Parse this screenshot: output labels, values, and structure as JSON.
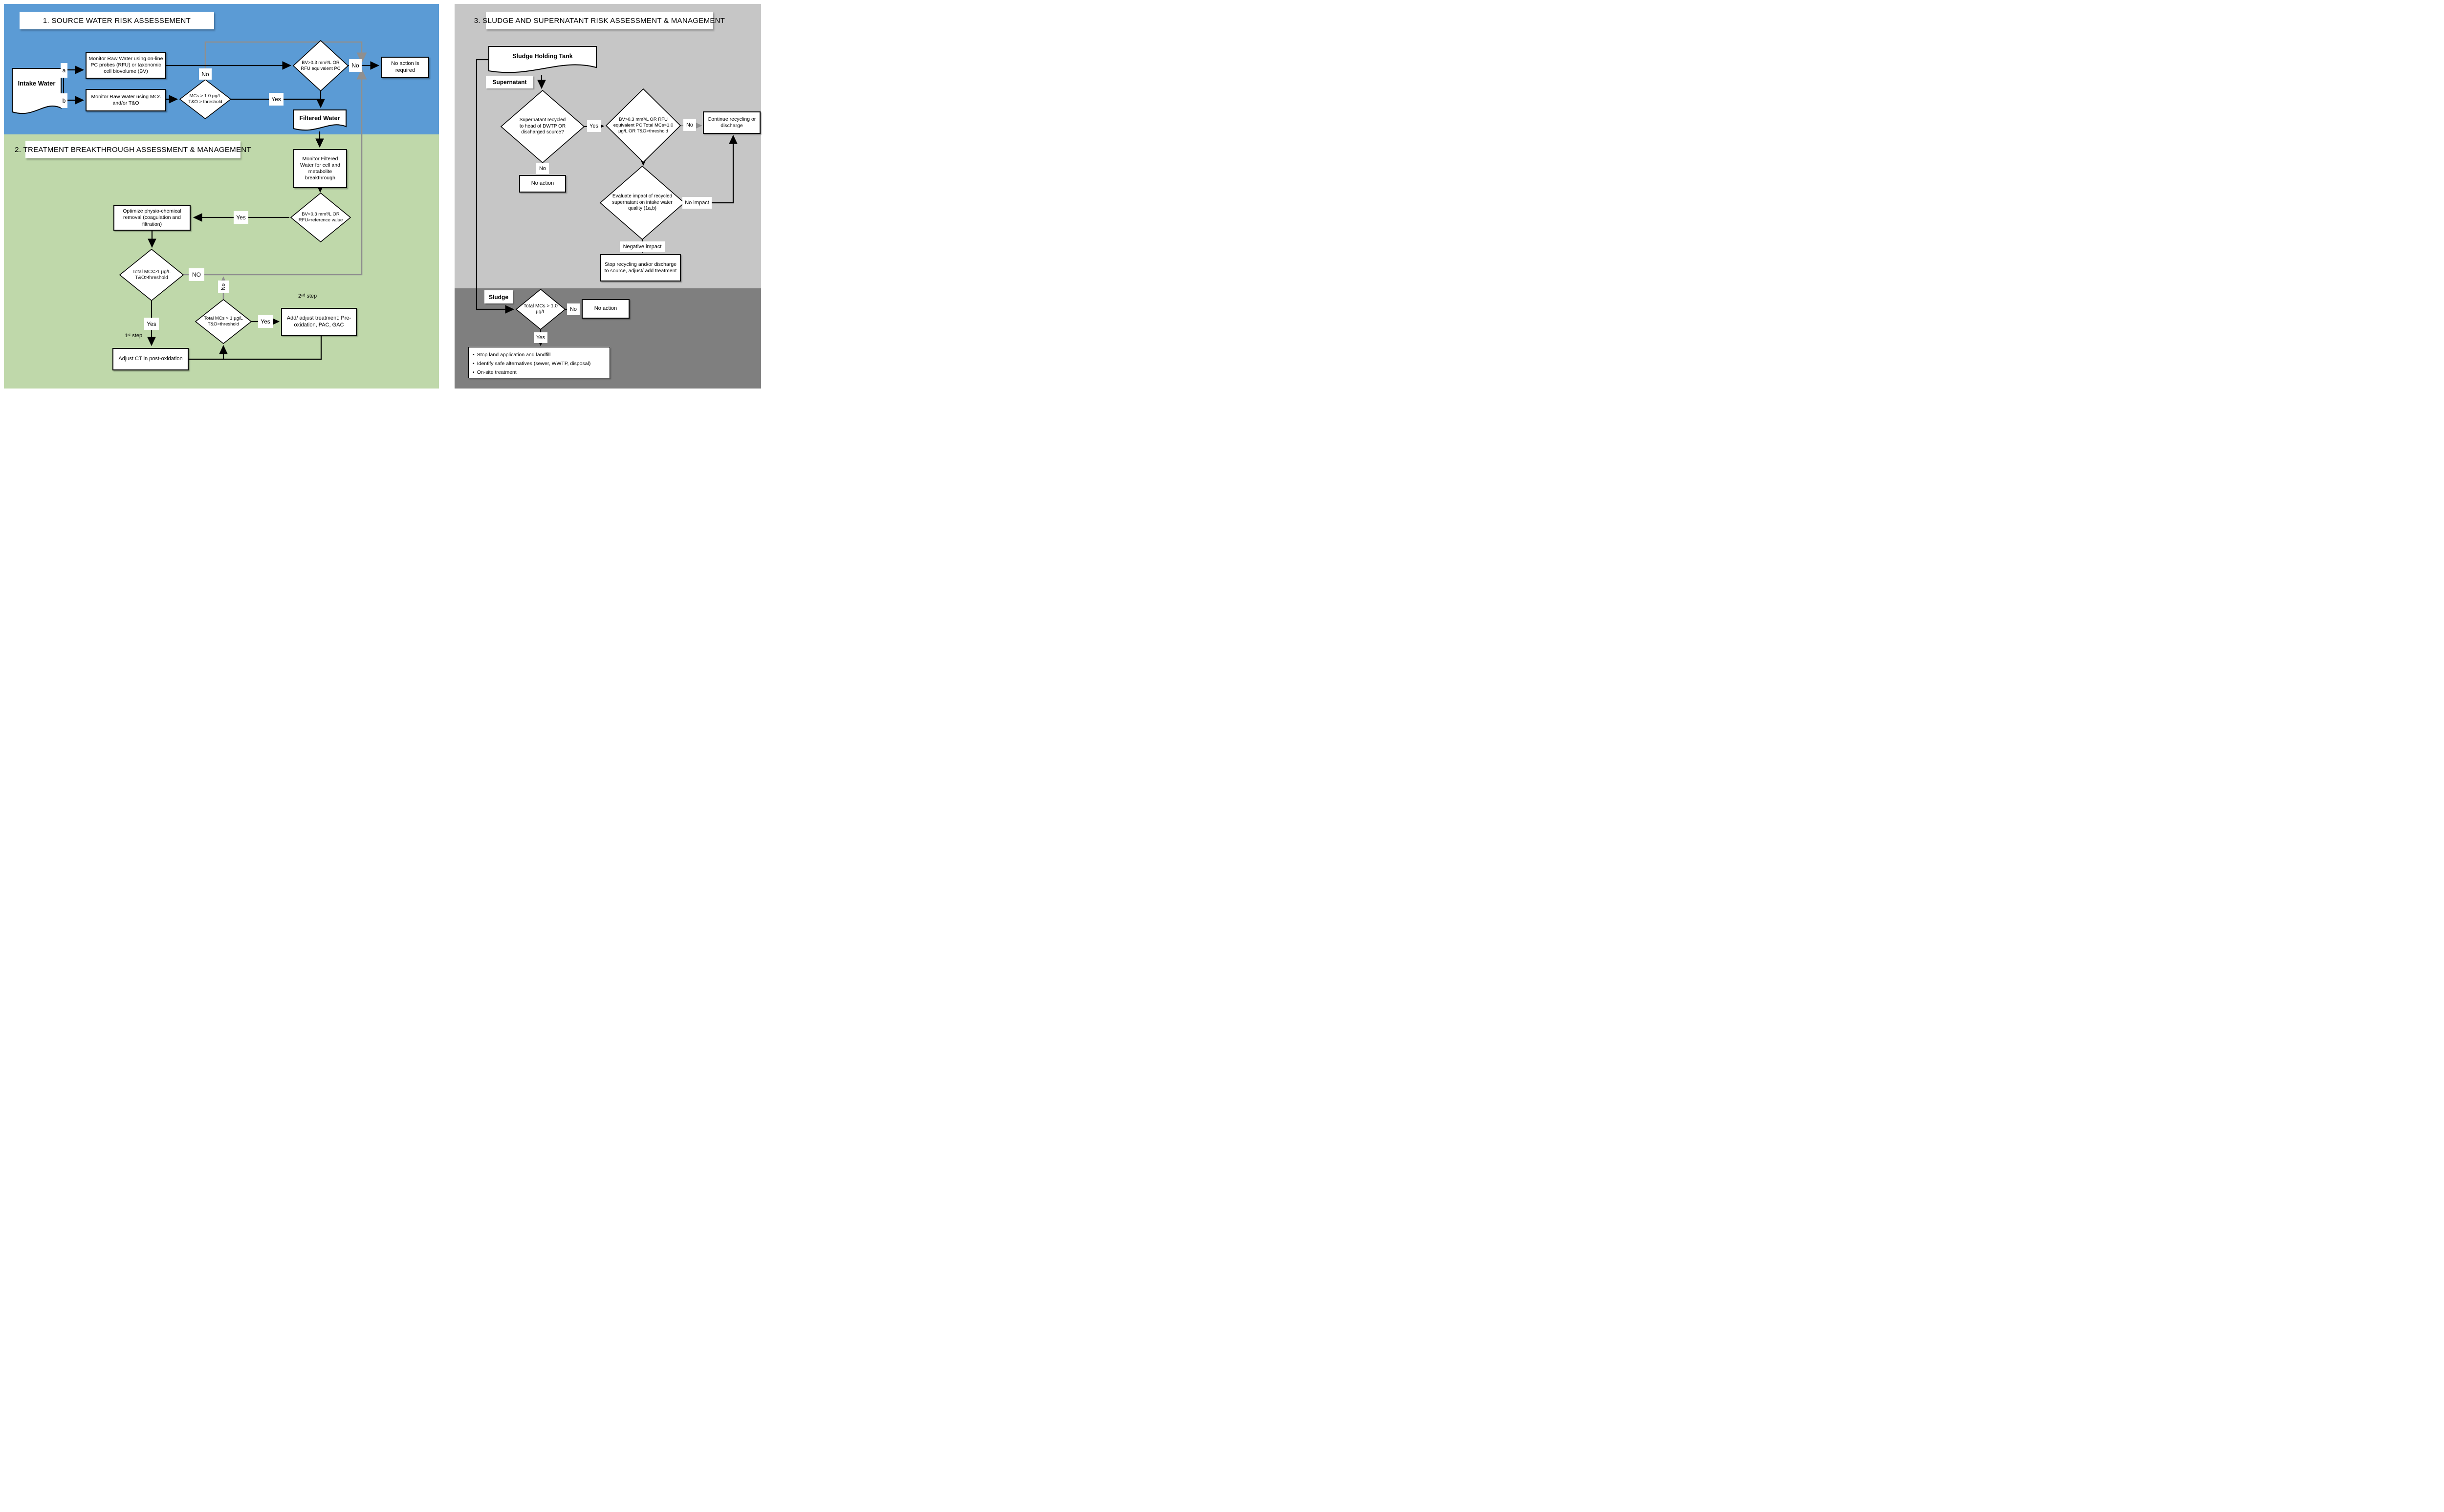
{
  "sections": {
    "source": {
      "title": "1. SOURCE WATER RISK ASSESSEMENT",
      "bg": "#5B9BD5"
    },
    "treatment": {
      "title": "2. TREATMENT BREAKTHROUGH ASSESSMENT & MANAGEMENT",
      "bg": "#BFD8AA"
    },
    "sludge": {
      "title": "3. SLUDGE AND SUPERNATANT RISK ASSESSMENT & MANAGEMENT",
      "bg_top": "#C6C6C6",
      "bg_bottom": "#7F7F7F"
    }
  },
  "colors": {
    "line_black": "#000000",
    "line_gray": "#8f8f8f",
    "shape_fill": "#ffffff"
  },
  "nodes": {
    "intake_water": "Intake Water",
    "monitor_rfu": "Monitor Raw Water using on-line PC probes (RFU) or taxonomic cell biovolume (BV)",
    "monitor_mcs": "Monitor Raw Water using MCs and/or T&O",
    "bv_rfu_pc": "BV>0.3 mm³/L OR RFU equivalent PC",
    "mcs_to": "MCs > 1.0 µg/L T&O > threshold",
    "no_action_required": "No action is required",
    "filtered_water": "Filtered Water",
    "monitor_filtered": "Monitor Filtered Water for cell and metabolite breakthrough",
    "bv_rfu_ref": "BV>0.3 mm³/L OR RFU>reference value",
    "optimize": "Optimize physio-chemical removal (coagulation and filtration)",
    "total_mcs_1": "Total MCs>1 µg/L T&O>threshold",
    "total_mcs_2": "Total MCs > 1 µg/L T&O>threshold",
    "adjust_ct": "Adjust CT in post-oxidation",
    "add_adjust": "Add/ adjust treatment: Pre-oxidation, PAC, GAC",
    "sludge_tank": "Sludge Holding Tank",
    "supernatant": "Supernatant",
    "sup_recycled": "Supernatant recycled to head of DWTP OR discharged source?",
    "bv_rfu_mcs_to": "BV>0.3 mm³/L OR RFU equivalent PC Total MCs>1.0 µg/L OR T&O>threshold",
    "continue_recycling": "Continue recycling or discharge",
    "no_action_sup": "No action",
    "evaluate": "Evaluate impact of recycled supernatant on intake water quality (1a,b)",
    "stop_recycling": "Stop recycling and/or discharge to source, adjust/ add treatment",
    "sludge_label": "Sludge",
    "sludge_mcs": "Total MCs > 1.0 µg/L",
    "no_action_sludge": "No action",
    "sludge_bullets": [
      "Stop land application and landfill",
      "Identify safe alternatives (sewer, WWTP, disposal)",
      "On-site treatment"
    ]
  },
  "labels": {
    "a": "a",
    "b": "b",
    "yes": "Yes",
    "no": "No",
    "no_caps": "NO",
    "no_impact": "No impact",
    "negative_impact": "Negative impact",
    "first_step": "1ˢᵗ step",
    "second_step": "2ⁿᵈ step"
  }
}
